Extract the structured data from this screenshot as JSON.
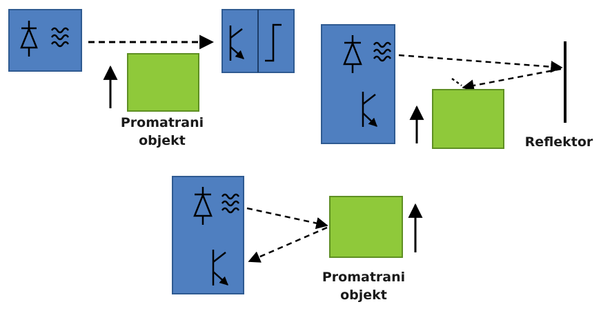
{
  "colors": {
    "unit_fill": "#4f7fc0",
    "unit_stroke": "#2e5a91",
    "object_fill": "#8fc93a",
    "object_stroke": "#5e8f22",
    "line": "#000000"
  },
  "icons": [
    "led-diode-icon",
    "light-emission-waves-icon",
    "phototransistor-icon",
    "step-signal-icon",
    "motion-arrow-icon"
  ],
  "labels": {
    "object_line1": "Promatrani",
    "object_line2": "objekt",
    "reflector": "Reflektor"
  }
}
